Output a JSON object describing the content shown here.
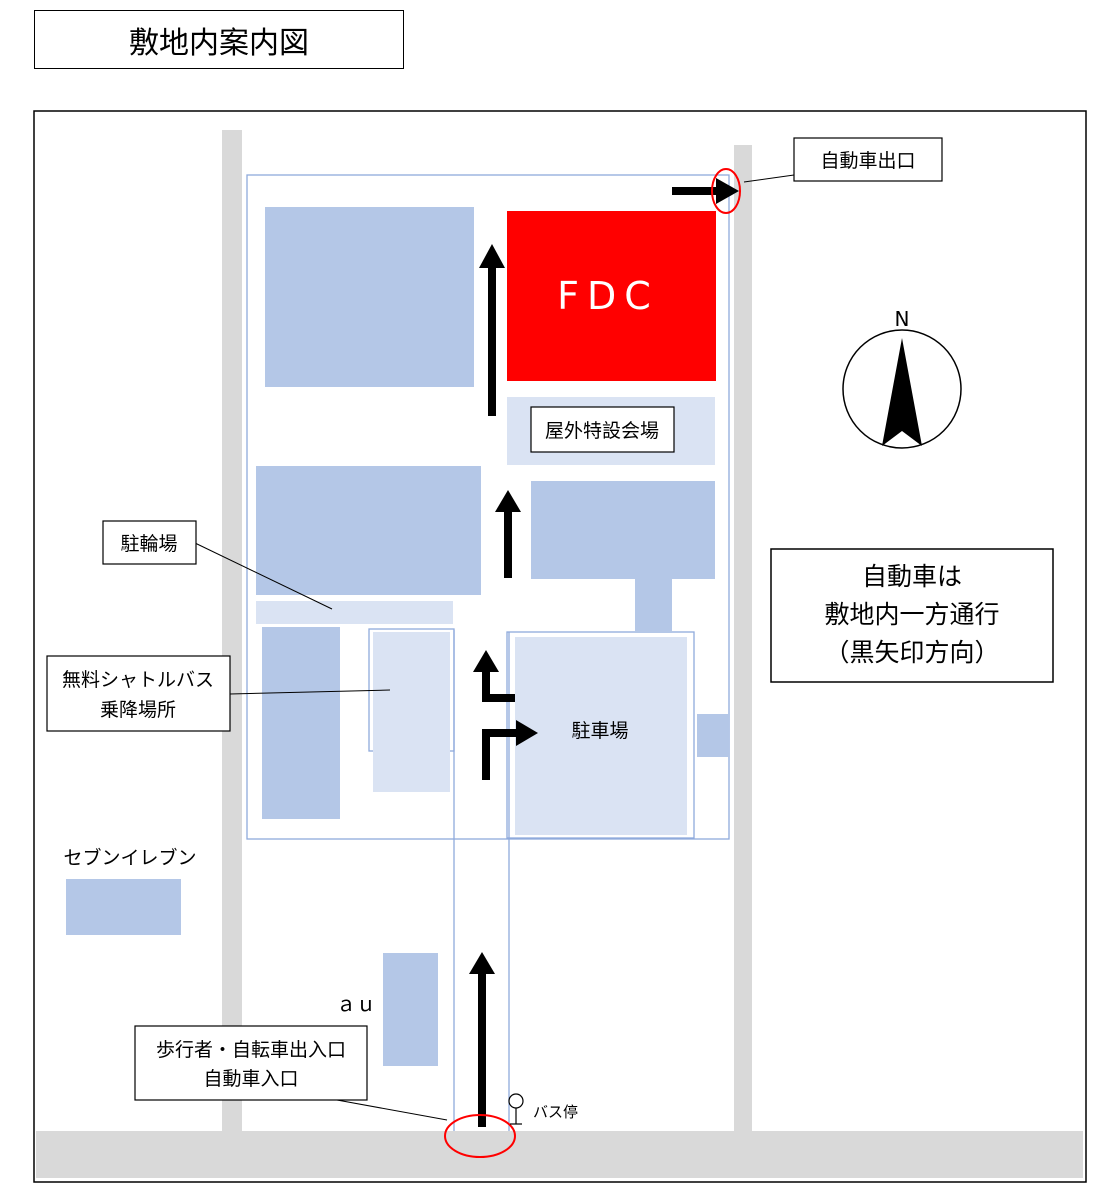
{
  "title": "敷地内案内図",
  "labels": {
    "car_exit": "自動車出口",
    "fdc": "FDC",
    "outdoor_venue": "屋外特設会場",
    "bicycle_parking": "駐輪場",
    "shuttle_bus_line1": "無料シャトルバス",
    "shuttle_bus_line2": "乗降場所",
    "parking": "駐車場",
    "seven_eleven": "セブンイレブン",
    "au": "ａｕ",
    "entrance_line1": "歩行者・自転車出入口",
    "entrance_line2": "自動車入口",
    "bus_stop": "バス停",
    "north": "N",
    "notice_line1": "自動車は",
    "notice_line2": "敷地内一方通行",
    "notice_line3": "（黒矢印方向）"
  },
  "colors": {
    "building": "#b4c7e7",
    "building_light": "#dae3f3",
    "fdc": "#ff0000",
    "road": "#d9d9d9",
    "outline": "#8faadc",
    "highlight_circle": "#ff0000"
  }
}
